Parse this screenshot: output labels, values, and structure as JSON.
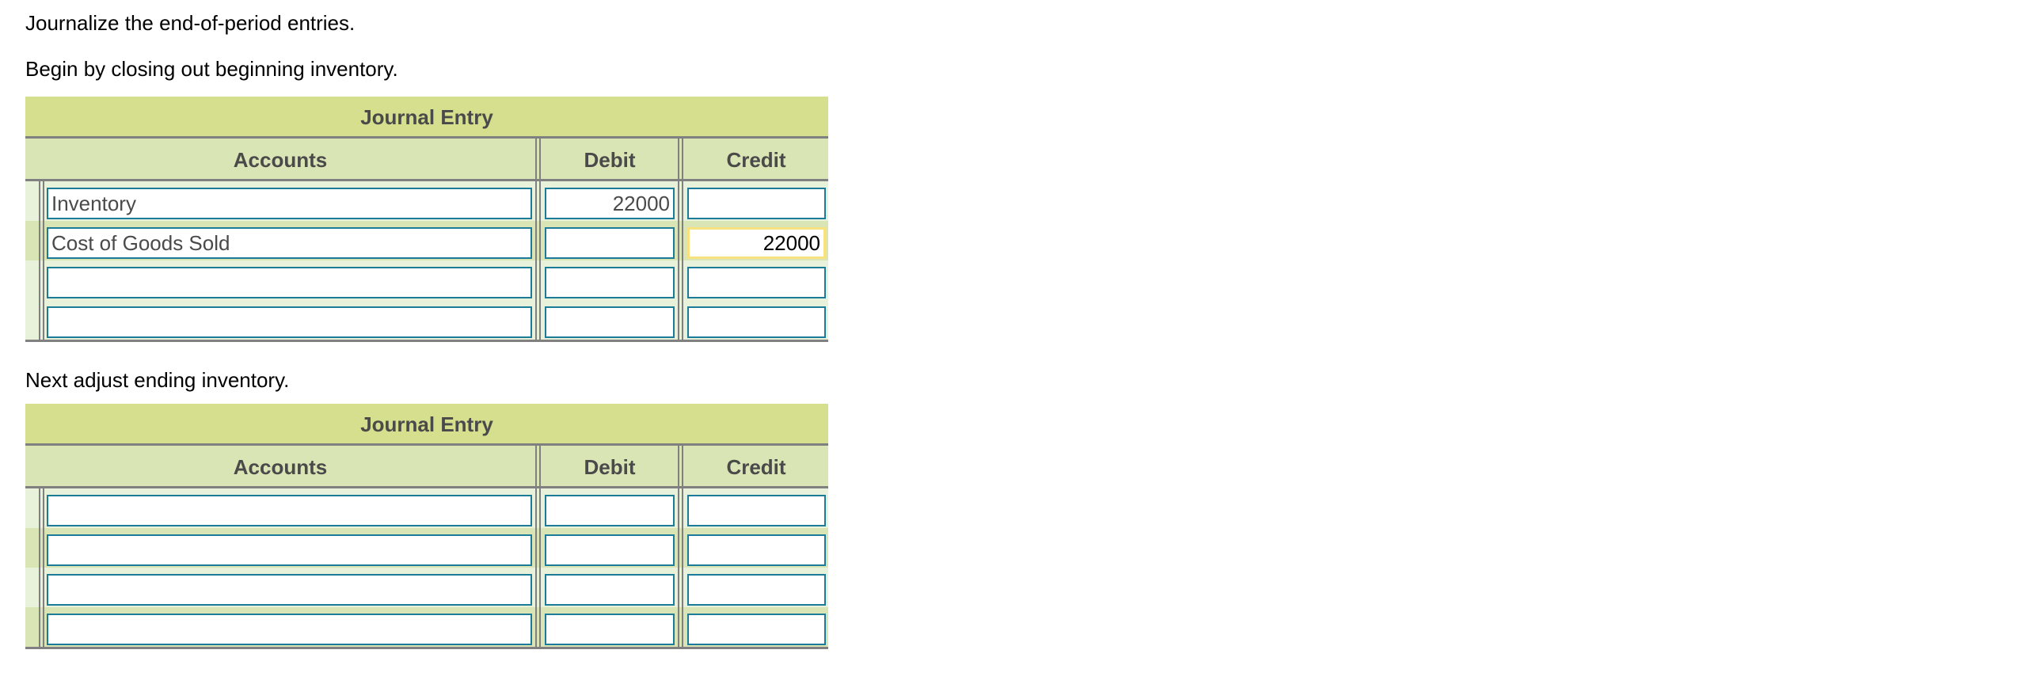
{
  "instructions": {
    "line1": "Journalize the end-of-period entries.",
    "line2": "Begin by closing out beginning inventory.",
    "line3": "Next adjust ending inventory."
  },
  "colors": {
    "title_bg": "#d5df8d",
    "header_bg": "#dae5b5",
    "row_light": "#e8f1da",
    "row_dark": "#dae5b5",
    "input_border": "#1b7b98",
    "focused_border": "#f7e27f",
    "rule": "#808080",
    "header_text": "#4a4a4a"
  },
  "journal1": {
    "title": "Journal Entry",
    "columns": {
      "accounts": "Accounts",
      "debit": "Debit",
      "credit": "Credit"
    },
    "rows": [
      {
        "account": "Inventory",
        "debit": "22000",
        "credit": ""
      },
      {
        "account": "Cost of Goods Sold",
        "debit": "",
        "credit": "22000"
      },
      {
        "account": "",
        "debit": "",
        "credit": ""
      },
      {
        "account": "",
        "debit": "",
        "credit": ""
      }
    ]
  },
  "journal2": {
    "title": "Journal Entry",
    "columns": {
      "accounts": "Accounts",
      "debit": "Debit",
      "credit": "Credit"
    },
    "rows": [
      {
        "account": "",
        "debit": "",
        "credit": ""
      },
      {
        "account": "",
        "debit": "",
        "credit": ""
      },
      {
        "account": "",
        "debit": "",
        "credit": ""
      },
      {
        "account": "",
        "debit": "",
        "credit": ""
      }
    ]
  }
}
